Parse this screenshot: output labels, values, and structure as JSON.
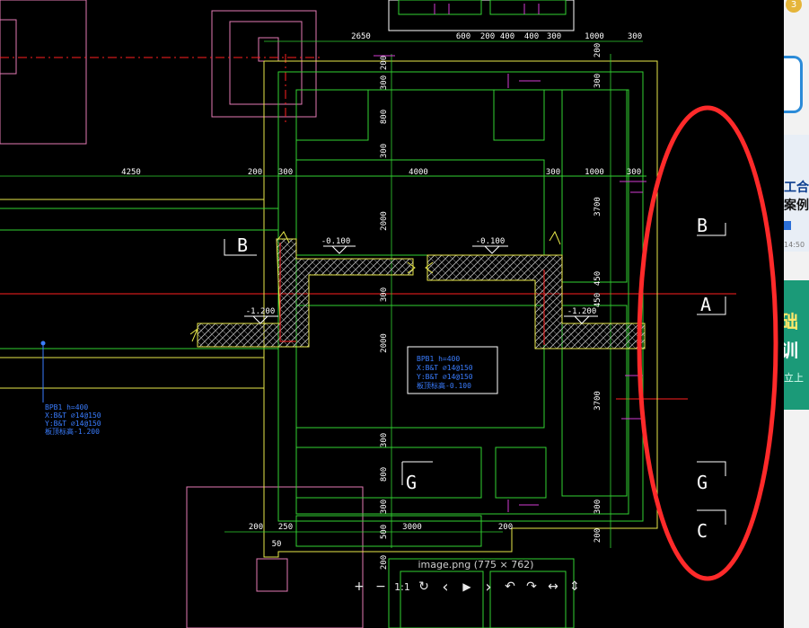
{
  "viewer": {
    "caption": "image.png (775 × 762)",
    "toolbar": {
      "zoom_in": "+",
      "zoom_out": "−",
      "actual_size": "1:1",
      "rotate": "↻",
      "prev": "‹",
      "play": "▶",
      "next": "›",
      "undo": "↶",
      "redo": "↷",
      "flip": "↔",
      "fit": "⇕"
    }
  },
  "drawing": {
    "dims_top": [
      "2650",
      "600",
      "200",
      "400",
      "400",
      "300",
      "1000",
      "300"
    ],
    "dims_left_col": [
      "200",
      "300",
      "800",
      "300",
      "2000",
      "300",
      "2000",
      "300",
      "800",
      "300",
      "500",
      "200"
    ],
    "dims_mid_row": [
      "4250",
      "200",
      "300",
      "4000",
      "300",
      "1000",
      "300"
    ],
    "dims_right_col": [
      "200",
      "300",
      "3700",
      "450",
      "450",
      "3700",
      "300",
      "200"
    ],
    "dims_bottom": [
      "200",
      "250",
      "50",
      "3000",
      "200"
    ],
    "elevations": [
      "-0.100",
      "-0.100",
      "-1.200",
      "-1.200"
    ],
    "section_labels": {
      "b_left": "B",
      "g_inner": "G",
      "b_right": "B",
      "a_right": "A",
      "g_right": "G",
      "c_right": "C"
    },
    "note_center": [
      "BPB1  h=400",
      "X:B&T ⌀14@150",
      "Y:B&T ⌀14@150",
      "板顶标高-0.100"
    ],
    "note_left": [
      "BPB1  h=400",
      "X:B&T ⌀14@150",
      "Y:B&T ⌀14@150",
      "板顶标高-1.200"
    ]
  },
  "sidepanel": {
    "badge": "3",
    "text1": "工合",
    "text2": "案例",
    "text3": "14:50",
    "text4": "础",
    "text5": "训",
    "text6": "立上"
  },
  "colors": {
    "annotation": "#ff2a2a",
    "green": "#32d232",
    "yellow": "#e8e84a",
    "pink": "#e37ab5",
    "magenta": "#d23cd2",
    "blue": "#3a7dff",
    "red_axis": "#ff2020"
  }
}
